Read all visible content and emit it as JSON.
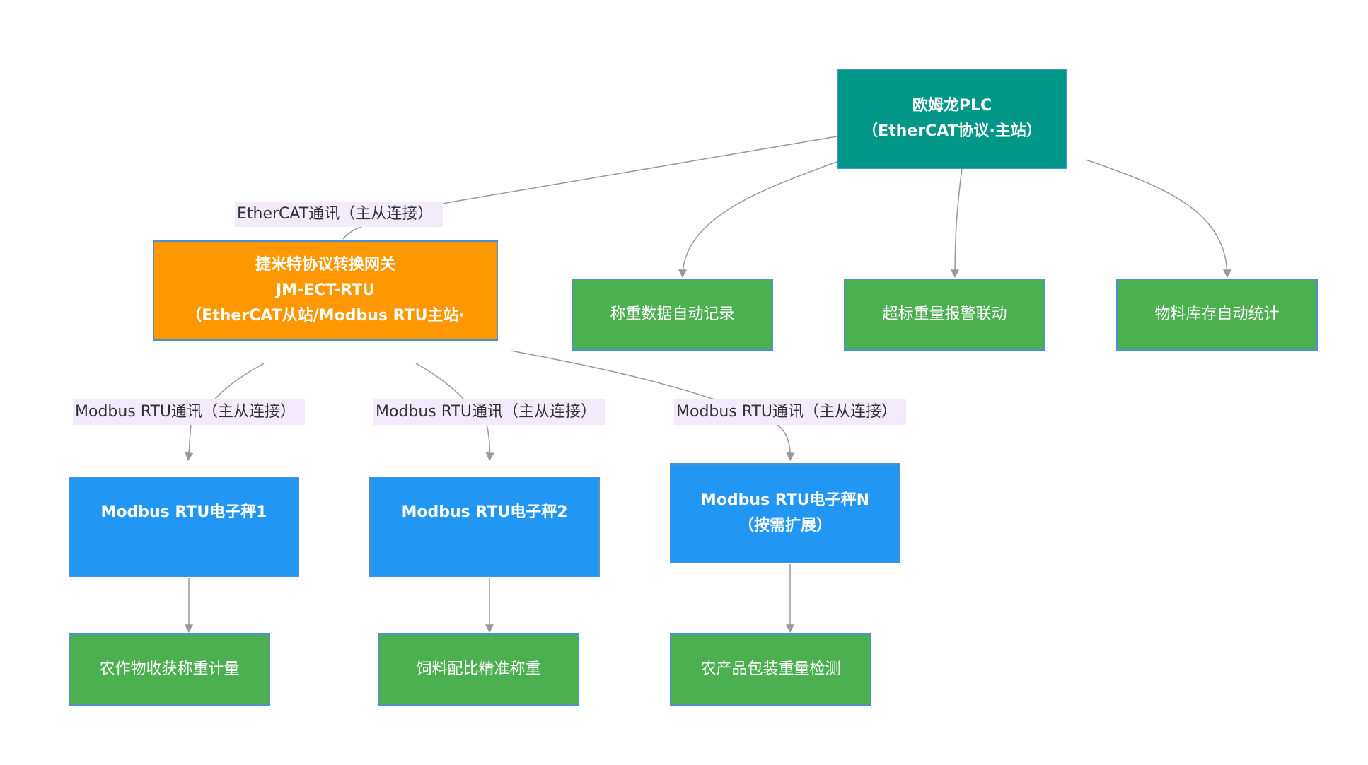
{
  "nodes": {
    "plc": {
      "lines": [
        "欧姆龙PLC",
        "（EtherCAT协议·主站）"
      ]
    },
    "gateway": {
      "lines": [
        "捷米特协议转换网关",
        "JM-ECT-RTU",
        "（EtherCAT从站/Modbus RTU主站·"
      ]
    },
    "record": {
      "label": "称重数据自动记录"
    },
    "alarm": {
      "label": "超标重量报警联动"
    },
    "inventory": {
      "label": "物料库存自动统计"
    },
    "scale1": {
      "lines": [
        "Modbus RTU电子秤1"
      ]
    },
    "scale2": {
      "lines": [
        "Modbus RTU电子秤2"
      ]
    },
    "scaleN": {
      "lines": [
        "Modbus RTU电子秤N",
        "（按需扩展）"
      ]
    },
    "crop": {
      "label": "农作物收获称重计量"
    },
    "feed": {
      "label": "饲料配比精准称重"
    },
    "product": {
      "label": "农产品包装重量检测"
    }
  },
  "edge_labels": {
    "plc_gateway": "EtherCAT通讯（主从连接）",
    "gateway_scale1": "Modbus RTU通讯（主从连接）",
    "gateway_scale2": "Modbus RTU通讯（主从连接）",
    "gateway_scaleN": "Modbus RTU通讯（主从连接）"
  },
  "colors": {
    "plc": "#009688",
    "gateway": "#ff9800",
    "scale": "#2196f3",
    "function": "#4caf50",
    "edge": "#999999",
    "edge_label_bg": "#f3ebfb"
  }
}
